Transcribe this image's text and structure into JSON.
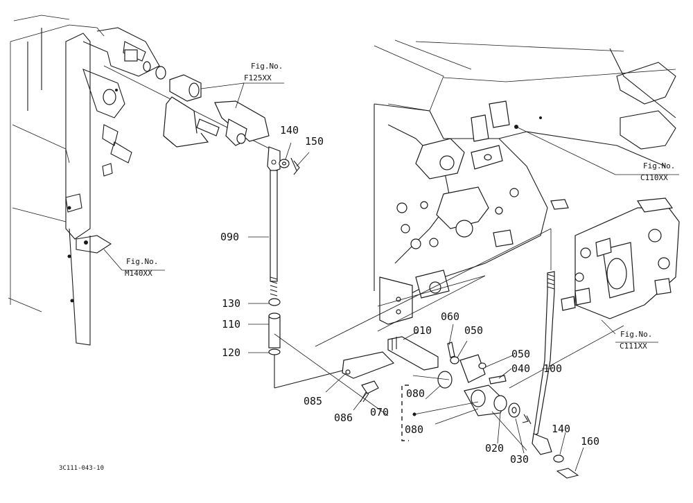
{
  "drawing_code": "3C111-043-10",
  "figure_refs": [
    {
      "key": "f125",
      "label": "Fig.No.",
      "number": "F125XX"
    },
    {
      "key": "c110",
      "label": "Fig.No.",
      "number": "C110XX"
    },
    {
      "key": "m140",
      "label": "Fig.No.",
      "number": "M140XX"
    },
    {
      "key": "c111",
      "label": "Fig.No.",
      "number": "C111XX"
    }
  ],
  "callouts": [
    "140",
    "150",
    "090",
    "130",
    "110",
    "120",
    "060",
    "010",
    "050",
    "050",
    "040",
    "100",
    "085",
    "086",
    "080",
    "070",
    "080",
    "020",
    "030",
    "140",
    "160"
  ]
}
